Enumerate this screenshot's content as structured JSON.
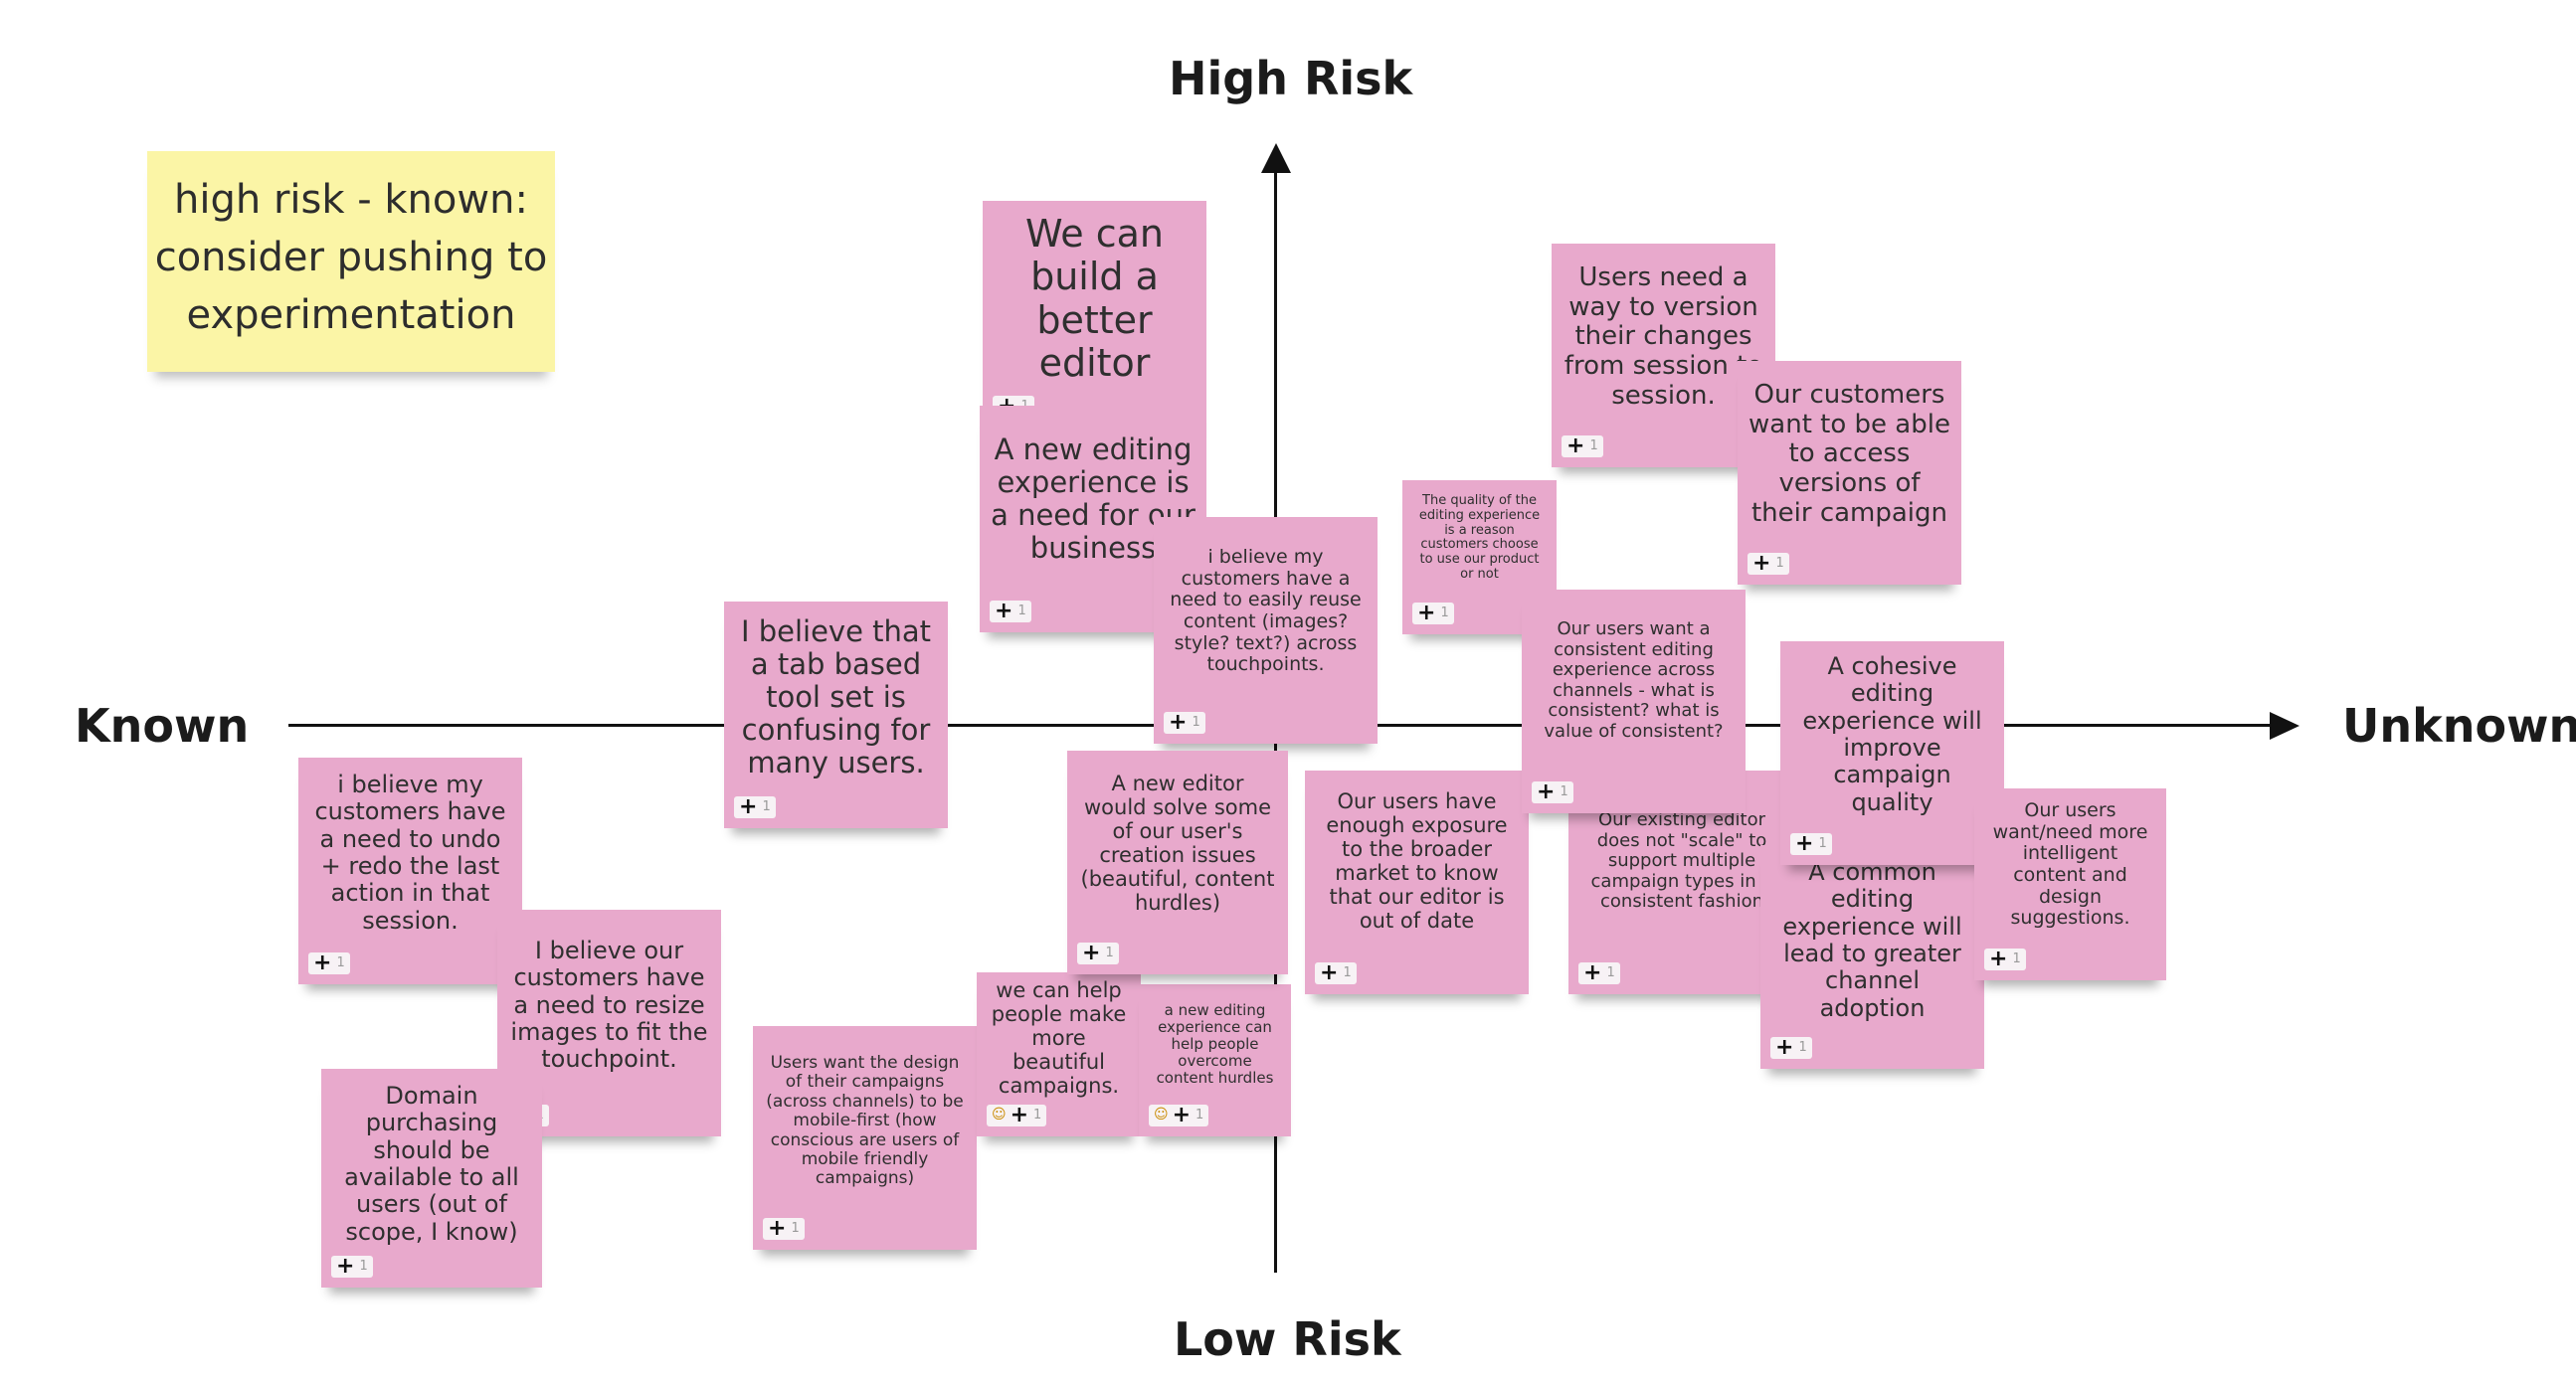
{
  "axes": {
    "top": "High Risk",
    "bottom": "Low Risk",
    "left": "Known",
    "right": "Unknown"
  },
  "legend_note": "high risk - known: consider pushing to experimentation",
  "notes": [
    {
      "text": "We can build a better editor",
      "votes": "1"
    },
    {
      "text": "A new editing experience is a need for our business",
      "votes": "1"
    },
    {
      "text": "i believe my customers have a need to easily reuse content  (images? style? text?) across touchpoints.",
      "votes": "1"
    },
    {
      "text": "I believe that a tab based tool set is confusing for many users.",
      "votes": "1"
    },
    {
      "text": "i believe my customers have a need to undo + redo the last action in that session.",
      "votes": "1"
    },
    {
      "text": "I believe our customers have a need to resize images to fit the touchpoint.",
      "votes": "1"
    },
    {
      "text": "Domain purchasing should be available to all users (out of scope, I know)",
      "votes": "1"
    },
    {
      "text": "Users want the design of their campaigns (across channels) to be mobile-first (how conscious are users of mobile friendly campaigns)",
      "votes": "1"
    },
    {
      "text": "we can help people make more beautiful campaigns.",
      "votes": "1"
    },
    {
      "text": "a new editing experience can help people overcome content hurdles",
      "votes": "1"
    },
    {
      "text": "A new editor would solve some of our user's creation issues (beautiful, content hurdles)",
      "votes": "1"
    },
    {
      "text": "Our users have enough exposure to the broader market to know that our editor is out of date",
      "votes": "1"
    },
    {
      "text": "The quality of the editing experience is a reason customers choose to use our product or not",
      "votes": "1"
    },
    {
      "text": "Users need a way to version their changes from session to session.",
      "votes": "1"
    },
    {
      "text": "Our customers want to be able to access versions of their campaign",
      "votes": "1"
    },
    {
      "text": "Our existing editor does not \"scale\" to support multiple campaign types in a consistent fashion",
      "votes": "1"
    },
    {
      "text": "Our users want a consistent editing experience across channels - what is consistent? what is value of consistent?",
      "votes": "1"
    },
    {
      "text": "A common editing experience will lead to greater channel adoption",
      "votes": "1"
    },
    {
      "text": "A cohesive editing experience  will improve campaign quality",
      "votes": "1"
    },
    {
      "text": "Our users want/need more intelligent content and design suggestions.",
      "votes": "1"
    }
  ]
}
